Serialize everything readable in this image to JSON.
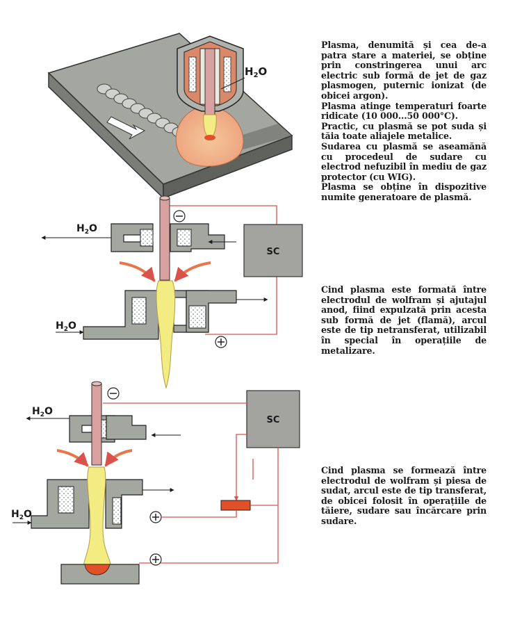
{
  "text_blocks": {
    "intro": [
      "Plasma, denumită și cea de-a patra stare a materiei, se obține prin constringerea unui arc electric sub formă de jet de gaz plasmogen, puternic ionizat (de obicei argon).",
      "Plasma atinge temperaturi foarte ridicate (10 000...50 000°C).",
      "Practic, cu plasmă se pot suda și tăia toate aliajele metalice.",
      "Sudarea cu plasmă se aseamănă cu procedeul de sudare cu electrod nefuzibil în mediu de gaz protector (cu WIG).",
      "Plasma se obține în dispozitive numite generatoare de plasmă."
    ],
    "non_transferred": "Cind plasma este formată între electrodul de wolfram și ajutajul anod, fiind expulzată prin acesta sub formă de jet (flamă), arcul este de tip netransferat, utilizabil în special în operațiile de metalizare.",
    "transferred": "Cind plasma se formează între electrodul de wolfram și piesa de sudat, arcul este de tip transferat, de obicei folosit în operațiile de tăiere, sudare sau încărcare prin sudare."
  },
  "labels": {
    "water": "H",
    "water_sub": "2",
    "water_end": "O",
    "source": "SC",
    "minus": "⊖",
    "plus": "⊕"
  },
  "colors": {
    "plate": "#9c9e98",
    "plate_dark": "#6d6f6a",
    "copper": "#c98a6a",
    "electrode": "#d9a0a0",
    "plasma": "#f3ec82",
    "hot": "#e2502a",
    "wire": "#d9534a",
    "arrow": "#e8764a",
    "source_box": "#a3a3a0"
  }
}
